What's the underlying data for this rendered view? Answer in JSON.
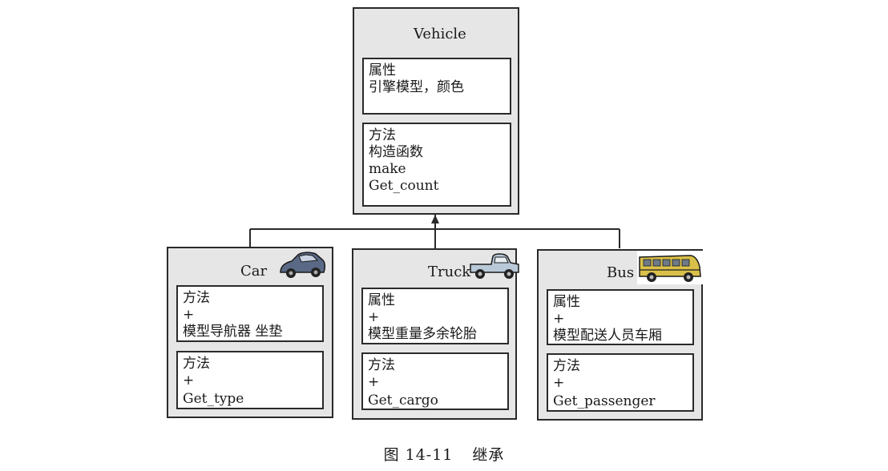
{
  "diagram": {
    "parent": {
      "title": "Vehicle",
      "attributes": {
        "heading": "属性",
        "lines": [
          "引擎模型，颜色"
        ]
      },
      "methods": {
        "heading": "方法",
        "lines": [
          "构造函数",
          "make",
          "Get_count"
        ]
      }
    },
    "children": [
      {
        "title": "Car",
        "icon": "car-icon",
        "section1": {
          "heading": "方法",
          "lines": [
            "+",
            "模型导航器 坐垫"
          ]
        },
        "section2": {
          "heading": "方法",
          "lines": [
            "+",
            "Get_type"
          ]
        }
      },
      {
        "title": "Truck",
        "icon": "truck-icon",
        "section1": {
          "heading": "属性",
          "lines": [
            "+",
            "模型重量多余轮胎"
          ]
        },
        "section2": {
          "heading": "方法",
          "lines": [
            "+",
            "Get_cargo"
          ]
        }
      },
      {
        "title": "Bus",
        "icon": "bus-icon",
        "section1": {
          "heading": "属性",
          "lines": [
            "+",
            "模型配送人员车厢"
          ]
        },
        "section2": {
          "heading": "方法",
          "lines": [
            "+",
            "Get_passenger"
          ]
        }
      }
    ],
    "caption": {
      "number": "图 14-11",
      "text": "继承"
    },
    "colors": {
      "box_fill": "#e6e6e6",
      "border": "#2a2a2a",
      "car_body": "#5a6a86",
      "truck_body": "#b9c9d8",
      "bus_body": "#d9c04a"
    }
  }
}
